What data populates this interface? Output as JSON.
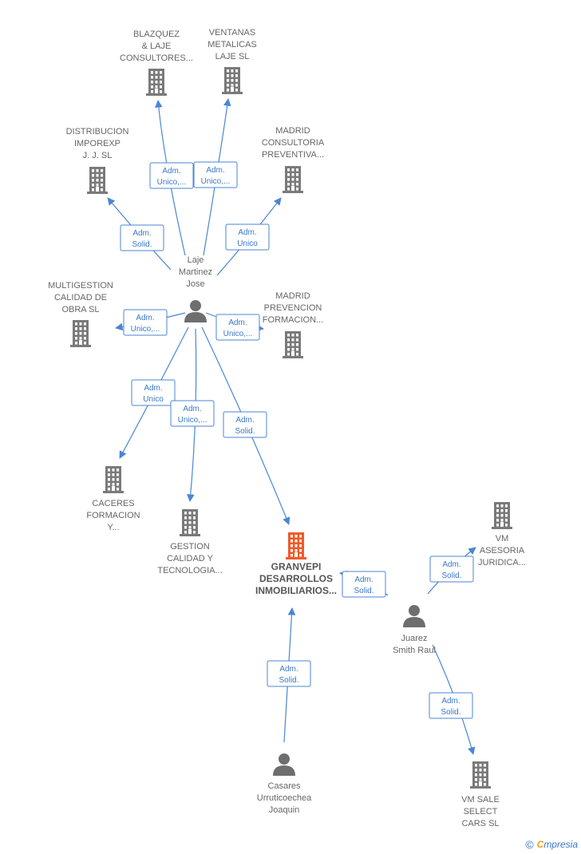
{
  "colors": {
    "edge": "#4a86d4",
    "building": "#7a7a7a",
    "building_main": "#f05a28",
    "person": "#6e6e6e"
  },
  "nodes": [
    {
      "id": "blazquez",
      "type": "company",
      "label": [
        "BLAZQUEZ",
        "& LAJE",
        "CONSULTORES..."
      ]
    },
    {
      "id": "ventanas",
      "type": "company",
      "label": [
        "VENTANAS",
        "METALICAS",
        "LAJE  SL"
      ]
    },
    {
      "id": "distribucion",
      "type": "company",
      "label": [
        "DISTRIBUCION",
        "IMPOREXP",
        "J. J.  SL"
      ]
    },
    {
      "id": "madrid_consultoria",
      "type": "company",
      "label": [
        "MADRID",
        "CONSULTORIA",
        "PREVENTIVA..."
      ]
    },
    {
      "id": "laje",
      "type": "person",
      "label": [
        "Laje",
        "Martinez",
        "Jose"
      ]
    },
    {
      "id": "multigestion",
      "type": "company",
      "label": [
        "MULTIGESTION",
        "CALIDAD DE",
        "OBRA  SL"
      ]
    },
    {
      "id": "madrid_prevencion",
      "type": "company",
      "label": [
        "MADRID",
        "PREVENCION",
        "FORMACION..."
      ]
    },
    {
      "id": "caceres",
      "type": "company",
      "label": [
        "CACERES",
        "FORMACION",
        "Y..."
      ]
    },
    {
      "id": "gestion",
      "type": "company",
      "label": [
        "GESTION",
        "CALIDAD Y",
        "TECNOLOGIA..."
      ]
    },
    {
      "id": "granvepi",
      "type": "company_main",
      "label": [
        "GRANVEPI",
        "DESARROLLOS",
        "INMOBILIARIOS..."
      ]
    },
    {
      "id": "vm_asesoria",
      "type": "company",
      "label": [
        "VM",
        "ASESORIA",
        "JURIDICA..."
      ]
    },
    {
      "id": "juarez",
      "type": "person",
      "label": [
        "Juarez",
        "Smith Raul"
      ]
    },
    {
      "id": "casares",
      "type": "person",
      "label": [
        "Casares",
        "Urruticoechea",
        "Joaquin"
      ]
    },
    {
      "id": "vm_sale",
      "type": "company",
      "label": [
        "VM SALE",
        "SELECT",
        "CARS  SL"
      ]
    }
  ],
  "edges": [
    {
      "from": "laje",
      "to": "blazquez",
      "label": [
        "Adm.",
        "Unico,..."
      ]
    },
    {
      "from": "laje",
      "to": "ventanas",
      "label": [
        "Adm.",
        "Unico,..."
      ]
    },
    {
      "from": "laje",
      "to": "distribucion",
      "label": [
        "Adm.",
        "Solid."
      ]
    },
    {
      "from": "laje",
      "to": "madrid_consultoria",
      "label": [
        "Adm.",
        "Unico"
      ]
    },
    {
      "from": "laje",
      "to": "multigestion",
      "label": [
        "Adm.",
        "Unico,..."
      ]
    },
    {
      "from": "laje",
      "to": "madrid_prevencion",
      "label": [
        "Adm.",
        "Unico,..."
      ]
    },
    {
      "from": "laje",
      "to": "caceres",
      "label": [
        "Adm.",
        "Unico"
      ]
    },
    {
      "from": "laje",
      "to": "gestion",
      "label": [
        "Adm.",
        "Unico,..."
      ]
    },
    {
      "from": "laje",
      "to": "granvepi",
      "label": [
        "Adm.",
        "Solid."
      ]
    },
    {
      "from": "juarez",
      "to": "granvepi",
      "label": [
        "Adm.",
        "Solid."
      ]
    },
    {
      "from": "juarez",
      "to": "vm_asesoria",
      "label": [
        "Adm.",
        "Solid."
      ]
    },
    {
      "from": "juarez",
      "to": "vm_sale",
      "label": [
        "Adm.",
        "Solid."
      ]
    },
    {
      "from": "casares",
      "to": "granvepi",
      "label": [
        "Adm.",
        "Solid."
      ]
    }
  ],
  "brand": {
    "copyright": "©",
    "e": "C",
    "rest": "mpresia"
  }
}
